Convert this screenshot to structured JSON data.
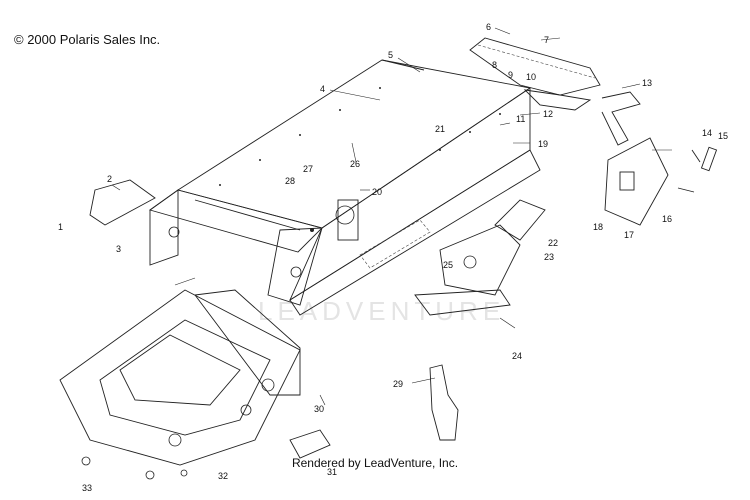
{
  "copyright": "© 2000 Polaris Sales Inc.",
  "footer": "Rendered by LeadVenture, Inc.",
  "watermark": "LEADVENTURE",
  "callouts": [
    "1",
    "2",
    "3",
    "4",
    "5",
    "6",
    "7",
    "8",
    "9",
    "10",
    "11",
    "12",
    "13",
    "14",
    "15",
    "16",
    "17",
    "18",
    "19",
    "20",
    "21",
    "22",
    "23",
    "24",
    "25",
    "26",
    "27",
    "28",
    "29",
    "30",
    "31",
    "32",
    "33"
  ]
}
